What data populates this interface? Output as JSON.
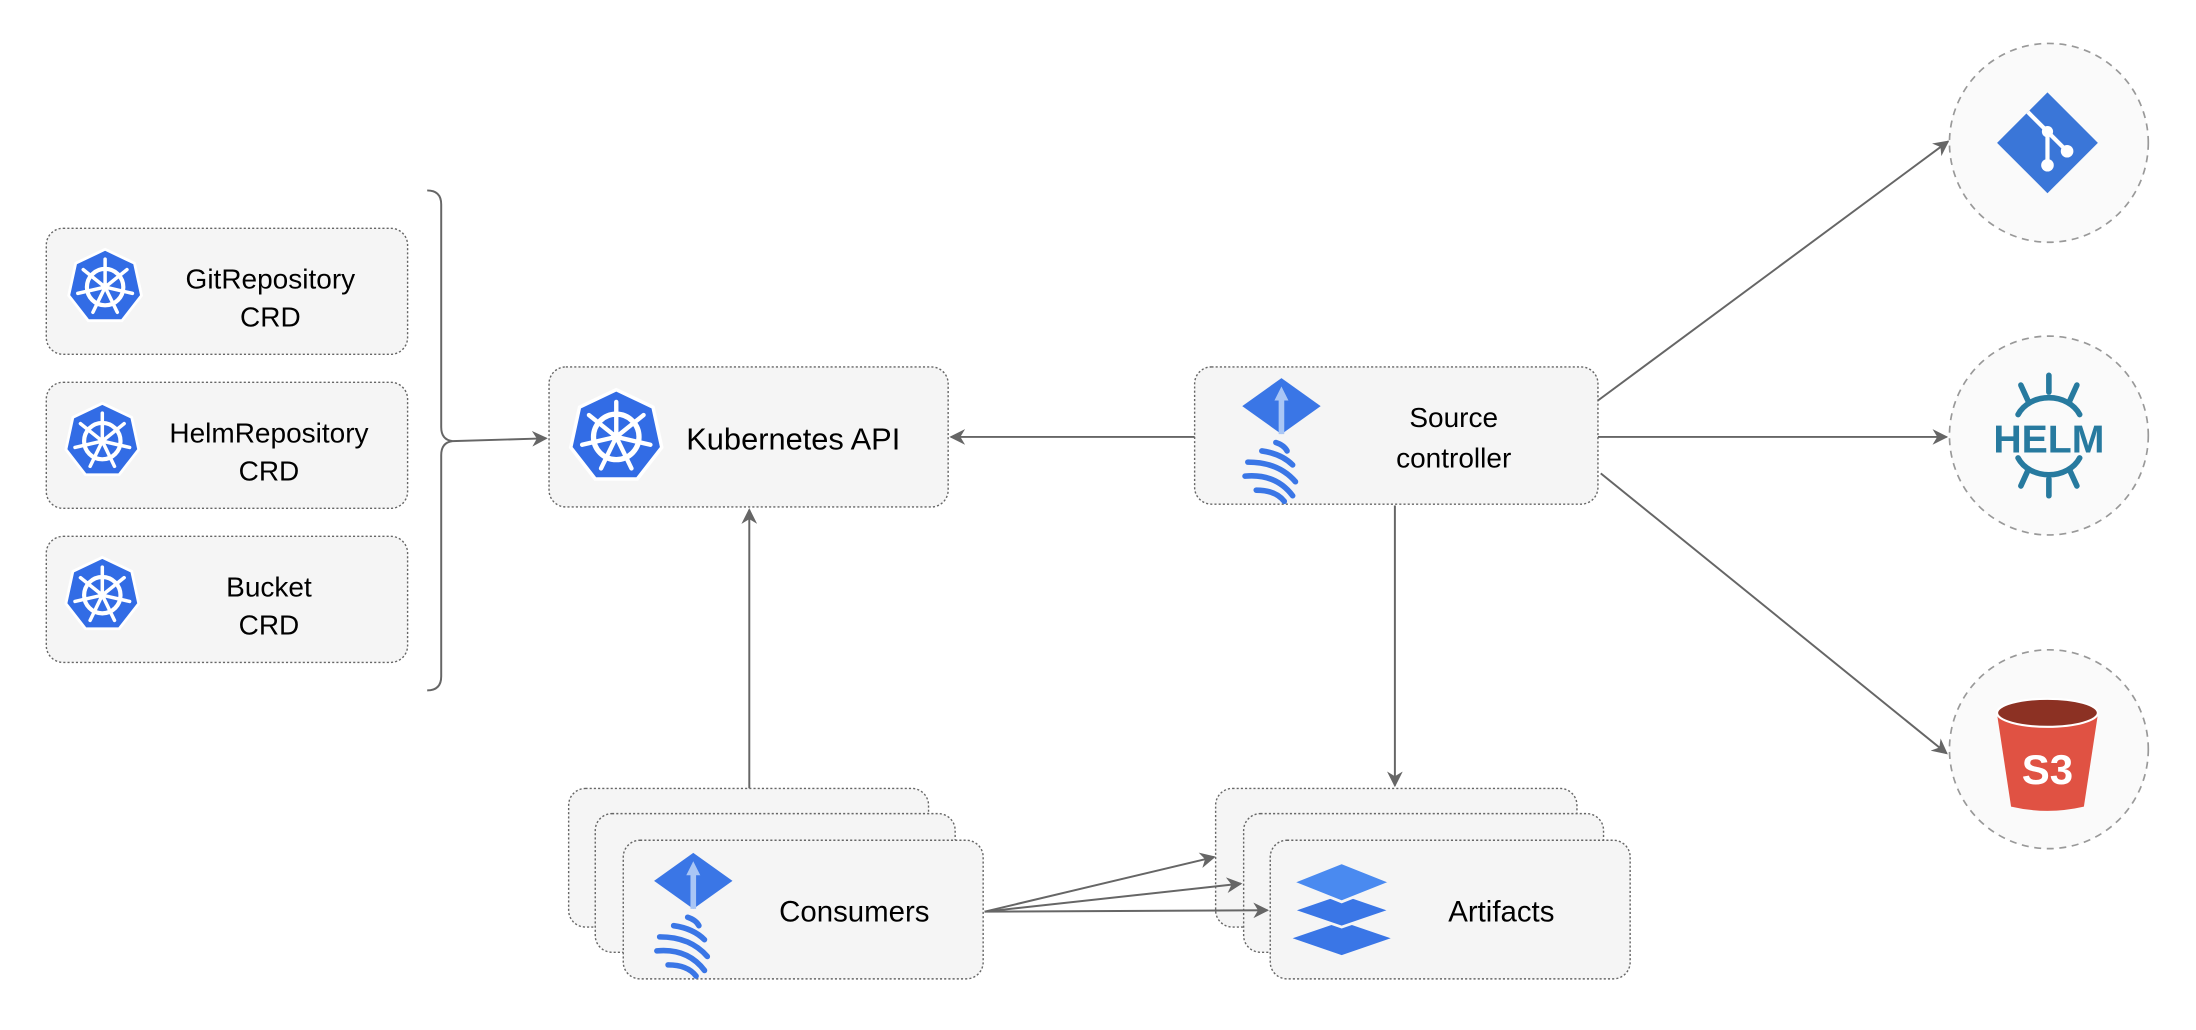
{
  "colors": {
    "kubernetes_blue": "#326ce5",
    "flux_blue": "#3a76e6",
    "git_blue": "#3a76d8",
    "helm_teal": "#277a9f",
    "s3_red": "#e05243",
    "s3_dark": "#8c3123",
    "box_fill": "#f5f5f5",
    "edge_gray": "#666666"
  },
  "crds": [
    {
      "line1": "GitRepository",
      "line2": "CRD",
      "icon": "kubernetes-icon"
    },
    {
      "line1": "HelmRepository",
      "line2": "CRD",
      "icon": "kubernetes-icon"
    },
    {
      "line1": "Bucket",
      "line2": "CRD",
      "icon": "kubernetes-icon"
    }
  ],
  "kubernetes_api": {
    "label": "Kubernetes API",
    "icon": "kubernetes-icon"
  },
  "source_controller": {
    "line1": "Source",
    "line2": "controller",
    "icon": "flux-icon"
  },
  "consumers": {
    "label": "Consumers",
    "icon": "flux-icon"
  },
  "artifacts": {
    "label": "Artifacts",
    "icon": "layers-icon"
  },
  "sources": [
    {
      "name": "git",
      "icon": "git-icon"
    },
    {
      "name": "helm",
      "icon": "helm-icon",
      "logo_text": "HELM"
    },
    {
      "name": "s3",
      "icon": "s3-bucket-icon",
      "logo_text": "S3"
    }
  ]
}
